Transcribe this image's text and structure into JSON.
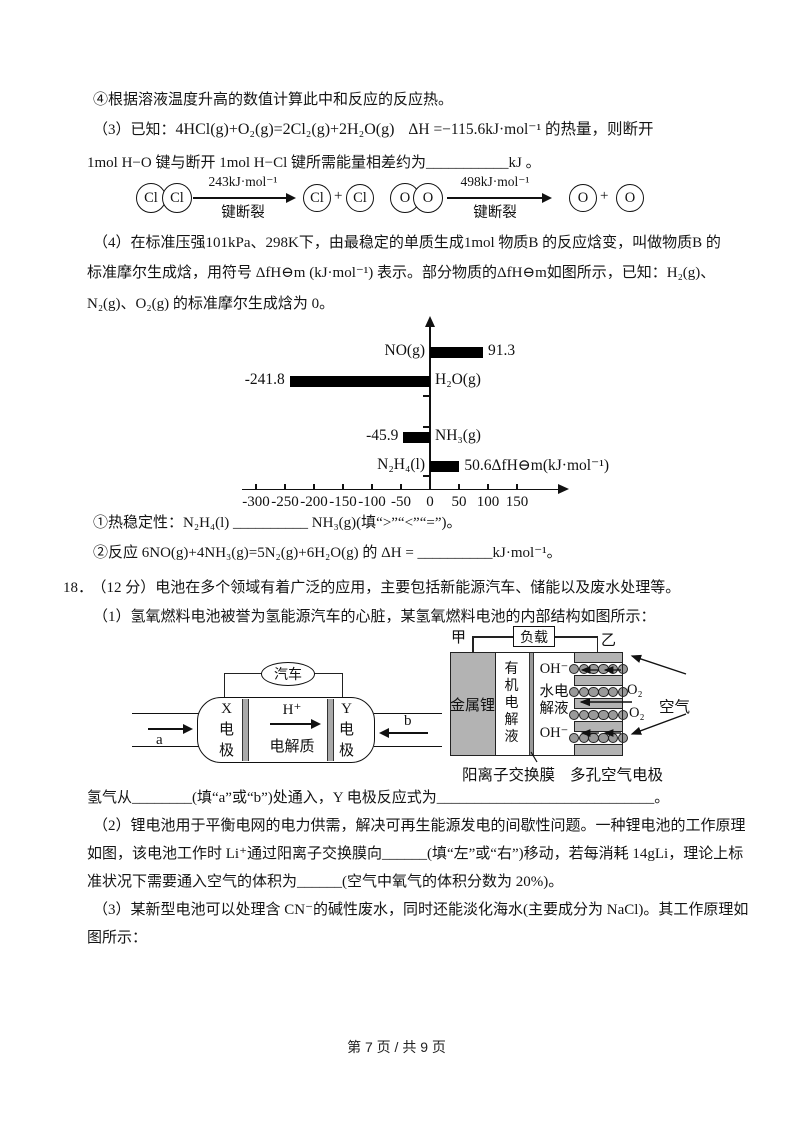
{
  "doc": {
    "lines": {
      "l1": "④根据溶液温度升高的数值计算此中和反应的反应热。",
      "l2_pre": "（3）已知：",
      "l2_eq": "4HCl(g)+O₂(g)=2Cl₂(g)+2H₂O(g)",
      "l2_dh": "ΔH =−115.6kJ·mol⁻¹ 的热量，则断开",
      "l3": "1mol H−O 键与断开 1mol H−Cl 键所需能量相差约为___________kJ 。",
      "l4": "（4）在标准压强101kPa、298K下，由最稳定的单质生成1mol 物质B 的反应焓变，叫做物质B 的",
      "l5": "标准摩尔生成焓，用符号 ΔfH⊖m (kJ·mol⁻¹) 表示。部分物质的ΔfH⊖m如图所示，已知：H₂(g)、",
      "l6": "N₂(g)、O₂(g) 的标准摩尔生成焓为 0。",
      "l7": "①热稳定性：N₂H₄(l) __________ NH₃(g)(填“>”“<”“=”)。",
      "l8": "②反应 6NO(g)+4NH₃(g)=5N₂(g)+6H₂O(g) 的 ΔH = __________kJ·mol⁻¹。",
      "l9_num": "18．",
      "l9": "（12 分）电池在多个领域有着广泛的应用，主要包括新能源汽车、储能以及废水处理等。",
      "l10": "（1）氢氧燃料电池被誉为氢能源汽车的心脏，某氢氧燃料电池的内部结构如图所示：",
      "l11": "氢气从________(填“a”或“b”)处通入，Y 电极反应式为_____________________________。",
      "l12": "（2）锂电池用于平衡电网的电力供需，解决可再生能源发电的间歇性问题。一种锂电池的工作原理",
      "l13": "如图，该电池工作时 Li⁺通过阳离子交换膜向______(填“左”或“右”)移动，若每消耗 14gLi，理论上标",
      "l14": "准状况下需要通入空气的体积为______(空气中氧气的体积分数为 20%)。",
      "l15": "（3）某新型电池可以处理含 CN⁻的碱性废水，同时还能淡化海水(主要成分为 NaCl)。其工作原理如",
      "l16": "图所示："
    },
    "footer": "第 7 页 / 共 9 页"
  },
  "bond_diagram": {
    "left": {
      "atoms": [
        "Cl",
        "Cl"
      ],
      "products": [
        "Cl",
        "Cl"
      ],
      "plus": "+",
      "energy": "243kJ·mol⁻¹",
      "action": "键断裂"
    },
    "right": {
      "atoms": [
        "O",
        "O"
      ],
      "products": [
        "O",
        "O"
      ],
      "plus": "+",
      "energy": "498kJ·mol⁻¹",
      "action": "键断裂"
    }
  },
  "chart_data": {
    "type": "bar",
    "orientation": "horizontal",
    "categories": [
      "NO(g)",
      "H₂O(g)",
      "NH₃(g)",
      "N₂H₄(l)"
    ],
    "values": [
      91.3,
      -241.8,
      -45.9,
      50.6
    ],
    "value_labels": [
      "91.3",
      "-241.8",
      "-45.9",
      "50.6"
    ],
    "axis_title": "ΔfH⊖m(kJ·mol⁻¹)",
    "x_ticks": [
      -300,
      -250,
      -200,
      -150,
      -100,
      -50,
      0,
      50,
      100,
      150
    ],
    "xlim": [
      -330,
      220
    ],
    "bar_color": "#000000",
    "grid": false,
    "legend": false
  },
  "fuel_cell": {
    "device": "汽车",
    "electrode_x": "X电极",
    "electrode_y": "Y电极",
    "ion": "H⁺",
    "electrolyte": "电解质",
    "inlet_a": "a",
    "inlet_b": "b"
  },
  "battery": {
    "load": "负载",
    "terminal_left": "甲",
    "terminal_right": "乙",
    "anode": "金属锂",
    "organic_electrolyte": "有机电解液",
    "oh_top": "OH⁻",
    "aqueous_electrolyte": "水电解液",
    "oh_bottom": "OH⁻",
    "o2_top": "O₂",
    "o2_bottom": "O₂",
    "air": "空气",
    "membrane_label": "阳离子交换膜",
    "electrode_label": "多孔空气电极"
  }
}
